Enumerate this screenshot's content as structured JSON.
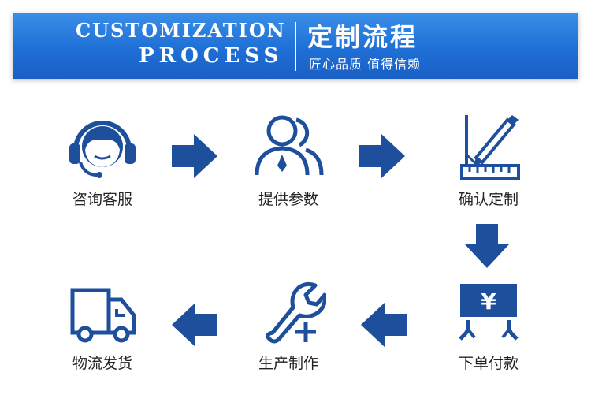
{
  "header": {
    "en_line1": "CUSTOMIZATION",
    "en_line2": "PROCESS",
    "cn_title": "定制流程",
    "cn_subtitle": "匠心品质 值得信赖"
  },
  "steps": [
    {
      "label": "咨询客服",
      "icon": "headset-icon"
    },
    {
      "label": "提供参数",
      "icon": "users-icon"
    },
    {
      "label": "确认定制",
      "icon": "ruler-pencil-icon"
    },
    {
      "label": "下单付款",
      "icon": "yen-payment-icon"
    },
    {
      "label": "生产制作",
      "icon": "wrench-plus-icon"
    },
    {
      "label": "物流发货",
      "icon": "truck-icon"
    }
  ],
  "payment_symbol": "¥",
  "colors": {
    "accent": "#1d4f9c",
    "banner": "#2273d8"
  }
}
